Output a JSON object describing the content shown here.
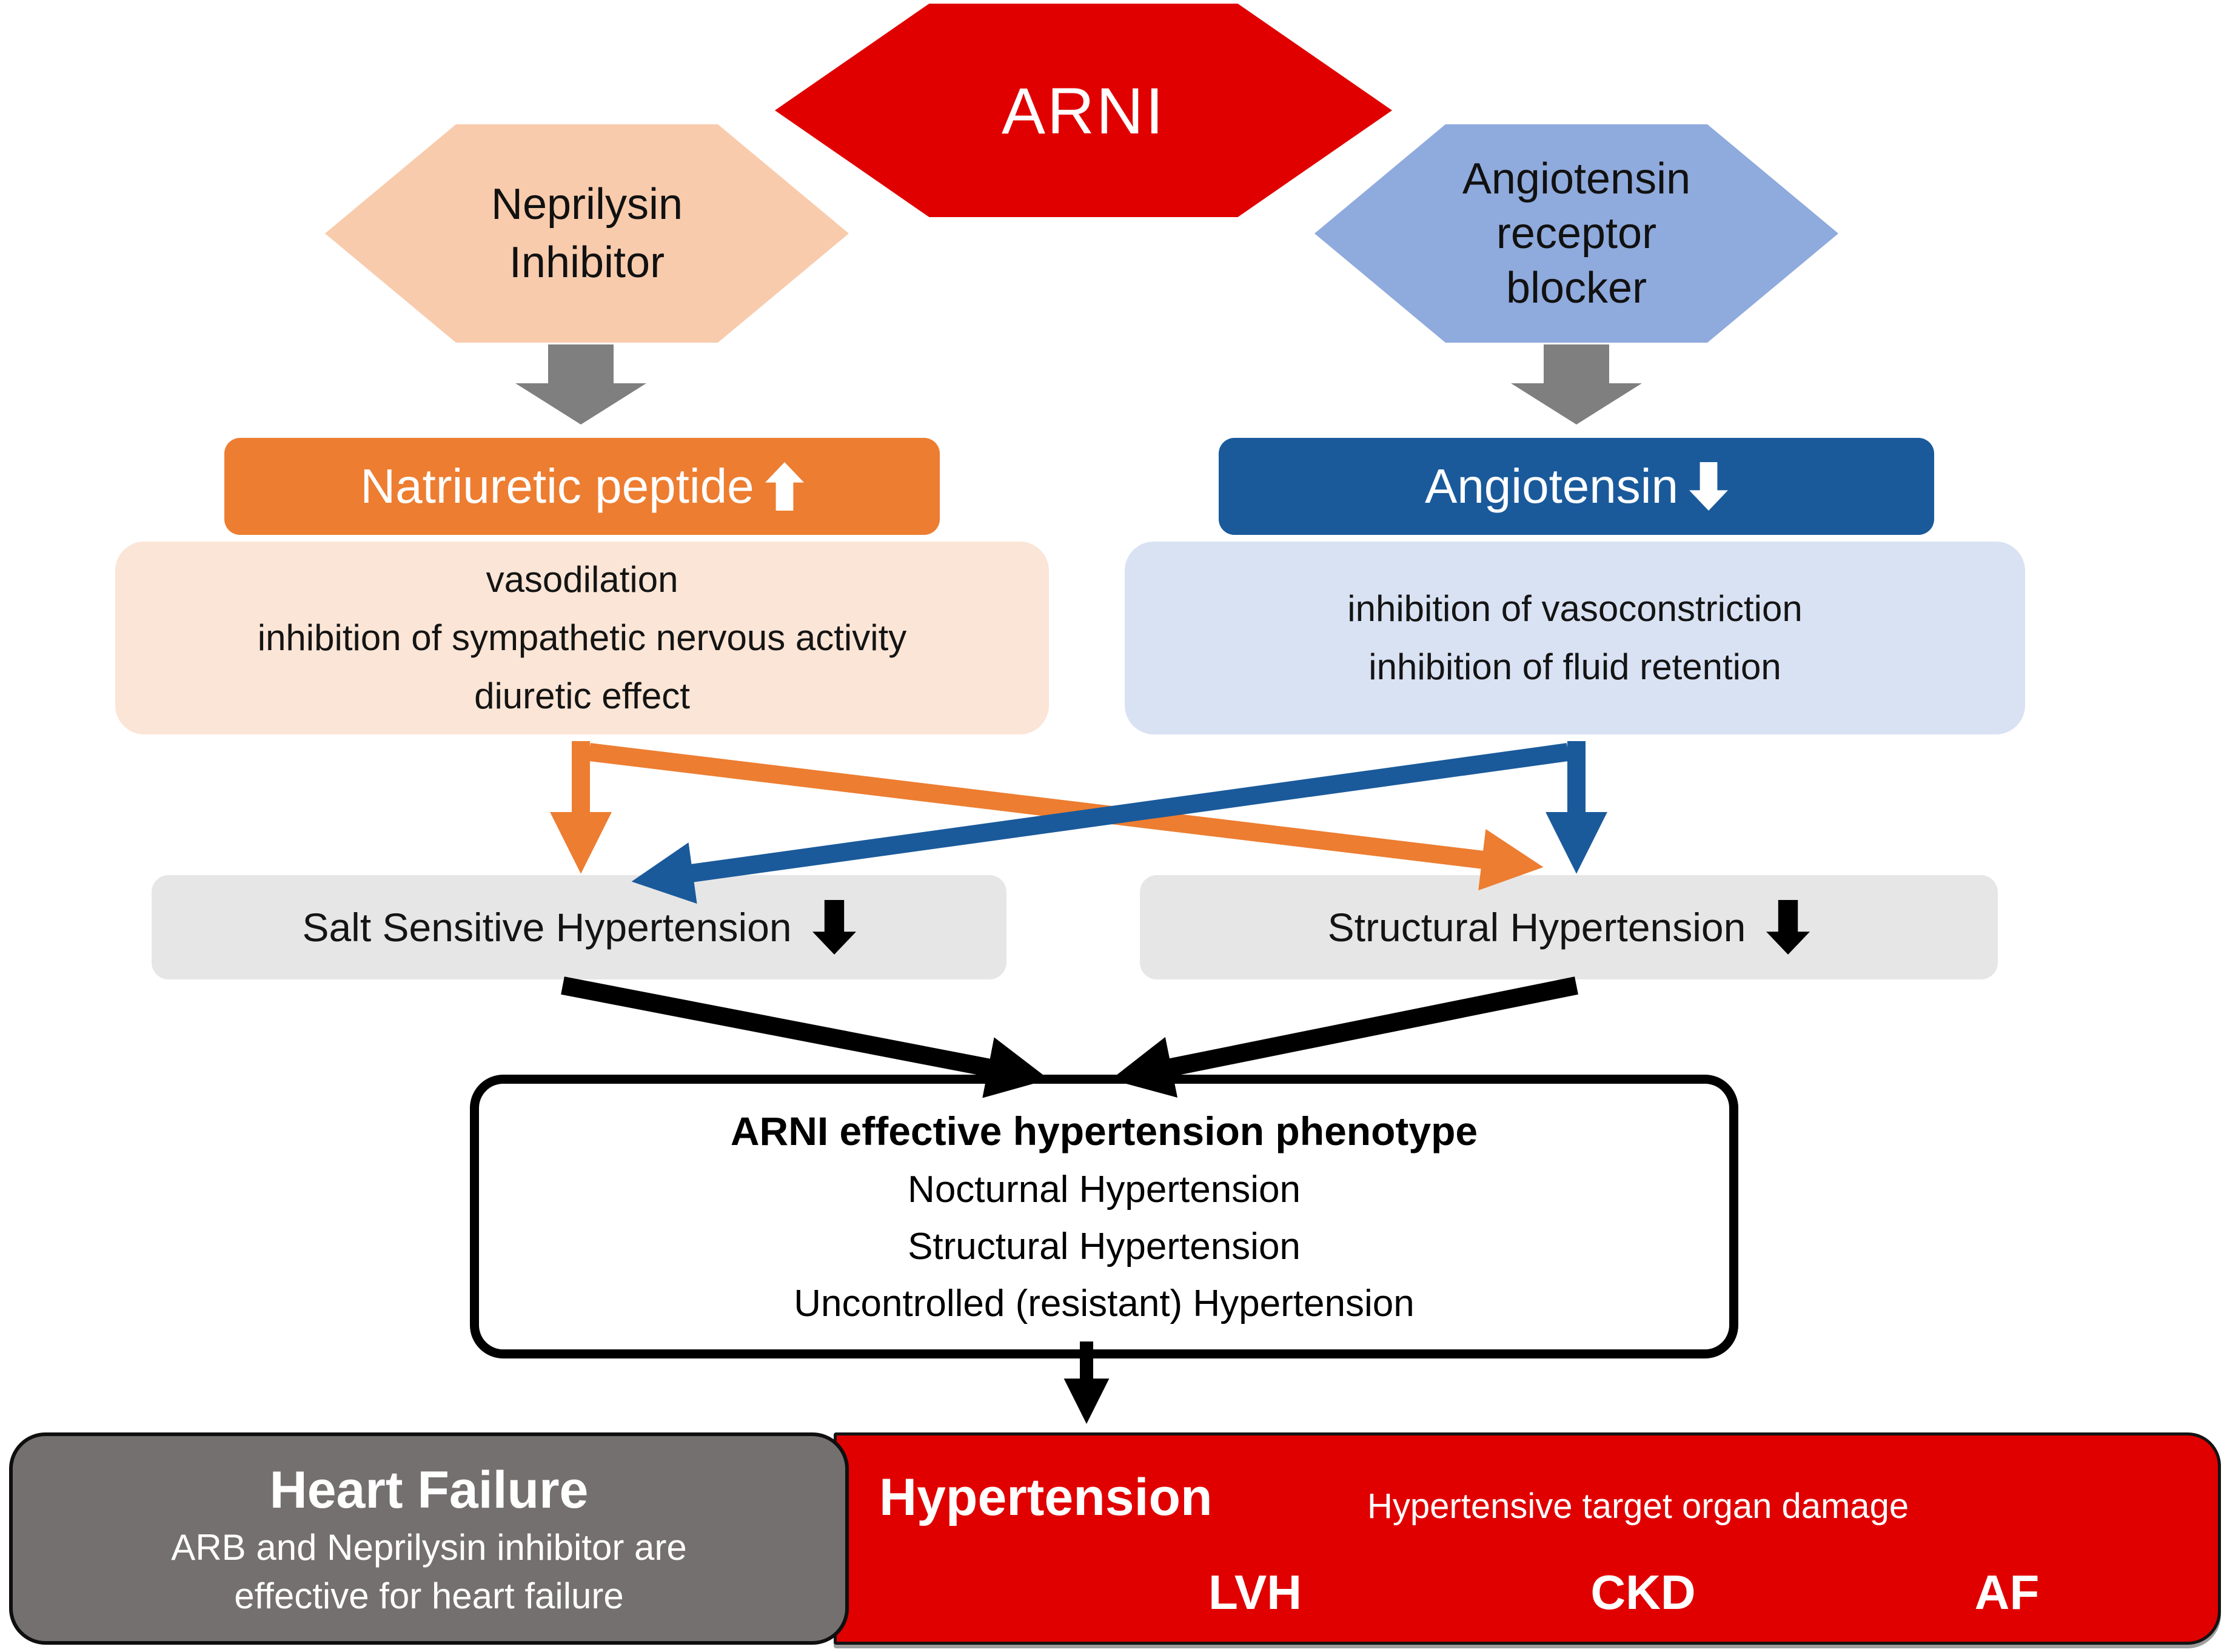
{
  "hexagons": {
    "arni": {
      "label": "ARNI"
    },
    "neprilysin": {
      "line1": "Neprilysin",
      "line2": "Inhibitor"
    },
    "arb": {
      "line1": "Angiotensin",
      "line2": "receptor",
      "line3": "blocker"
    }
  },
  "bars": {
    "natriuretic": {
      "label": "Natriuretic peptide",
      "arrow": "up"
    },
    "angiotensin": {
      "label": "Angiotensin",
      "arrow": "down"
    }
  },
  "effect_boxes": {
    "natriuretic": {
      "lines": [
        "vasodilation",
        "inhibition of sympathetic nervous activity",
        "diuretic effect"
      ]
    },
    "angiotensin": {
      "lines": [
        "inhibition of vasoconstriction",
        "inhibition of fluid retention"
      ]
    }
  },
  "phenotype_boxes": {
    "salt": {
      "label": "Salt Sensitive Hypertension",
      "arrow": "down"
    },
    "structural": {
      "label": "Structural Hypertension",
      "arrow": "down"
    }
  },
  "arni_phenotype_box": {
    "title": "ARNI effective hypertension phenotype",
    "lines": [
      "Nocturnal Hypertension",
      "Structural Hypertension",
      "Uncontrolled (resistant) Hypertension"
    ]
  },
  "outcomes": {
    "heart_failure": {
      "title": "Heart Failure",
      "line1": "ARB and Neprilysin inhibitor are",
      "line2": "effective for heart failure"
    },
    "hypertension": {
      "title": "Hypertension",
      "subtitle": "Hypertensive target organ damage",
      "targets": [
        "LVH",
        "CKD",
        "AF"
      ]
    }
  },
  "colors": {
    "red": "#E00000",
    "orange": "#ED7D31",
    "peach": "#F8CBAD",
    "light_peach": "#FBE5D6",
    "blue": "#8FAADC",
    "light_blue": "#D9E2F3",
    "dark_blue": "#1A5A9B",
    "gray_arrow": "#7F7F7F",
    "light_gray": "#E7E6E6",
    "dark_gray": "#757070",
    "black": "#000000"
  }
}
